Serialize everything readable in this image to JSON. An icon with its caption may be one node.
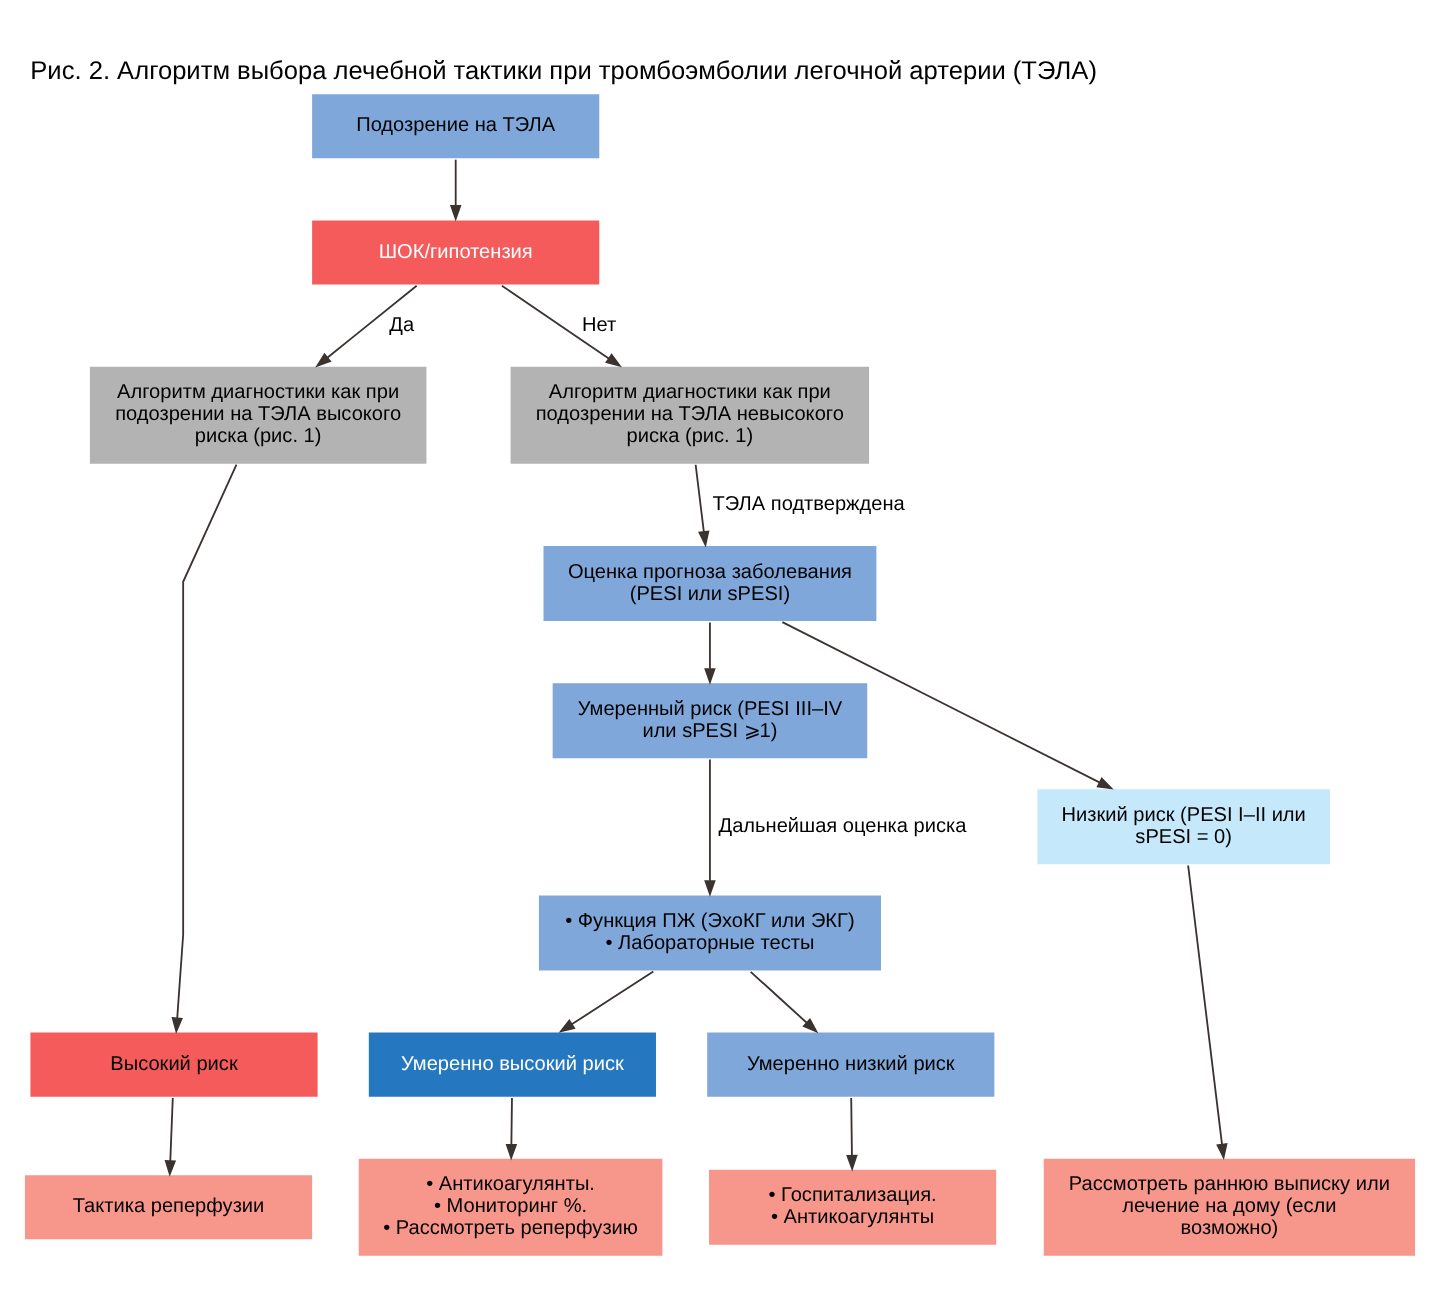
{
  "diagram": {
    "title": "Рис. 2. Алгоритм выбора лечебной тактики при тромбоэмболии легочной артерии (ТЭЛА)",
    "nodes": [
      {
        "text": [
          "Подозрение на ТЭЛА"
        ]
      },
      {
        "text": [
          "ШОК/гипотензия"
        ]
      },
      {
        "text": [
          "Алгоритм диагностики как при подозрении на ТЭЛА высокого риска (рис. 1)"
        ]
      },
      {
        "text": [
          "Алгоритм диагностики как при подозрении на ТЭЛА невысокого риска (рис. 1)"
        ]
      },
      {
        "text": [
          "Оценка прогноза заболевания (PESI или sPESI)"
        ]
      },
      {
        "text": [
          "Умеренный риск (PESI III–IV или sPESI ⩾1)"
        ]
      },
      {
        "text": [
          "Низкий риск (PESI I–II или sPESI = 0)"
        ]
      },
      {
        "text": [
          "• Функция ПЖ (ЭхоКГ или ЭКГ)",
          "• Лабораторные тесты"
        ]
      },
      {
        "text": [
          "Умеренно высокий риск"
        ]
      },
      {
        "text": [
          "Умеренно низкий риск"
        ]
      },
      {
        "text": [
          "Высокий риск"
        ]
      },
      {
        "text": [
          "Тактика реперфузии"
        ]
      },
      {
        "text": [
          "• Антикоагулянты.",
          "• Мониторинг %.",
          "• Рассмотреть реперфузию"
        ]
      },
      {
        "text": [
          "• Госпитализация.",
          "• Антикоагулянты"
        ]
      },
      {
        "text": [
          "Рассмотреть раннюю выписку или лечение на дому (если возможно)"
        ]
      }
    ],
    "edges": [
      {
        "from": 0,
        "to": 1,
        "arrow": "to"
      },
      {
        "from": 1,
        "to": 2,
        "arrow": "to",
        "label": "Да"
      },
      {
        "from": 1,
        "to": 3,
        "arrow": "to",
        "label": "Нет"
      },
      {
        "from": 3,
        "to": 4,
        "arrow": "to",
        "label": "ТЭЛА подтверждена"
      },
      {
        "from": 4,
        "to": 5,
        "arrow": "to"
      },
      {
        "from": 4,
        "to": 6,
        "arrow": "to"
      },
      {
        "from": 5,
        "to": 7,
        "arrow": "to",
        "label": "Дальнейшая оценка риска"
      },
      {
        "from": 7,
        "to": 8,
        "arrow": "to"
      },
      {
        "from": 7,
        "to": 9,
        "arrow": "to"
      },
      {
        "from": 2,
        "to": 10,
        "arrow": "to"
      },
      {
        "from": 10,
        "to": 11,
        "arrow": "to"
      },
      {
        "from": 8,
        "to": 12,
        "arrow": "to"
      },
      {
        "from": 9,
        "to": 13,
        "arrow": "to"
      },
      {
        "from": 6,
        "to": 14,
        "arrow": "to"
      }
    ]
  }
}
